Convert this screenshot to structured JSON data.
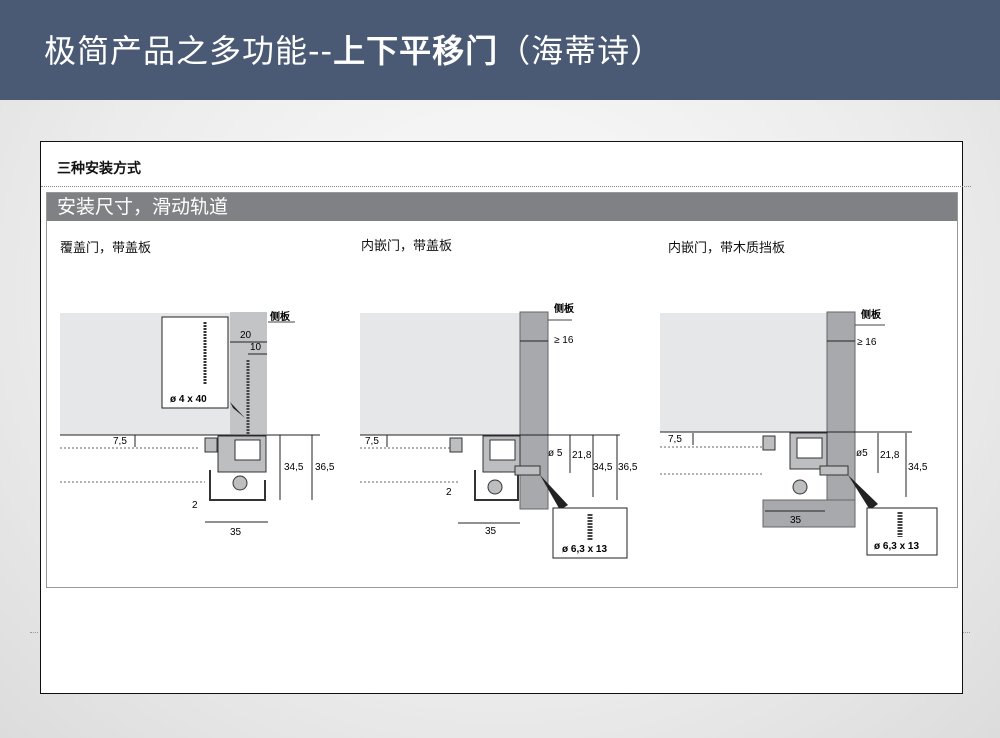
{
  "header": {
    "title_regular": "极简产品之多功能--",
    "title_bold": "上下平移门",
    "title_suffix": "（海蒂诗）"
  },
  "panel": {
    "title": "三种安装方式",
    "section_title": "安装尺寸，滑动轨道"
  },
  "diagrams": [
    {
      "caption": "覆盖门，带盖板",
      "side_label": "侧板",
      "screw": "ø 4 x 40",
      "dims": {
        "d20": "20",
        "d10": "10",
        "d7_5": "7,5",
        "d34_5": "34,5",
        "d36_5": "36,5",
        "d2": "2",
        "d35": "35"
      }
    },
    {
      "caption": "内嵌门，带盖板",
      "side_label": "侧板",
      "screw": "ø 6,3 x 13",
      "dims": {
        "d16": "≥ 16",
        "d5": "ø 5",
        "d21_8": "21,8",
        "d7_5": "7,5",
        "d34_5": "34,5",
        "d36_5": "36,5",
        "d2": "2",
        "d35": "35"
      }
    },
    {
      "caption": "内嵌门，带木质挡板",
      "side_label": "侧板",
      "screw": "ø 6,3 x 13",
      "dims": {
        "d16": "≥ 16",
        "d5": "ø5",
        "d21_8": "21,8",
        "d7_5": "7,5",
        "d34_5": "34,5",
        "d35": "35"
      }
    }
  ],
  "colors": {
    "header": "#4a5a74",
    "section_bar": "#808185",
    "door": "#e6e7e8",
    "side_panel": "#a7a9ac"
  }
}
